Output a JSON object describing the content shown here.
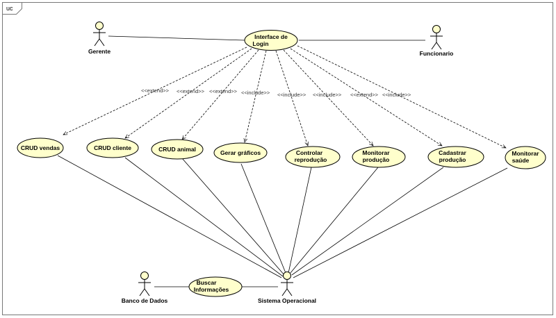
{
  "frame": {
    "label": "uc"
  },
  "colors": {
    "use_case_fill": "#ffffcc",
    "line": "#000000",
    "frame": "#555555"
  },
  "actors": {
    "gerente": "Gerente",
    "funcionario": "Funcionario",
    "banco": "Banco de Dados",
    "sistema": "Sistema Operacional"
  },
  "use_cases": {
    "login": [
      "Interface de",
      "Login"
    ],
    "crud_vendas": [
      "CRUD vendas"
    ],
    "crud_cliente": [
      "CRUD cliente"
    ],
    "crud_animal": [
      "CRUD animal"
    ],
    "gerar_graficos": [
      "Gerar gráficos"
    ],
    "controlar_reproducao": [
      "Controlar",
      "reprodução"
    ],
    "monitorar_producao": [
      "Monitorar",
      "produção"
    ],
    "cadastrar_producao": [
      "Cadastrar",
      "produção"
    ],
    "monitorar_saude": [
      "Monitorar",
      "saúde"
    ],
    "buscar_informacoes": [
      "Buscar",
      "Informações"
    ]
  },
  "relationships": [
    {
      "from": "login",
      "to": "crud_vendas",
      "stereotype": "<<extend>>"
    },
    {
      "from": "login",
      "to": "crud_cliente",
      "stereotype": "<<extend>>"
    },
    {
      "from": "login",
      "to": "crud_animal",
      "stereotype": "<<extend>>"
    },
    {
      "from": "login",
      "to": "gerar_graficos",
      "stereotype": "<<include>>"
    },
    {
      "from": "login",
      "to": "controlar_reproducao",
      "stereotype": "<<include>>"
    },
    {
      "from": "login",
      "to": "monitorar_producao",
      "stereotype": "<<include>>"
    },
    {
      "from": "login",
      "to": "cadastrar_producao",
      "stereotype": "<<extend>>"
    },
    {
      "from": "login",
      "to": "monitorar_saude",
      "stereotype": "<<include>>"
    }
  ]
}
